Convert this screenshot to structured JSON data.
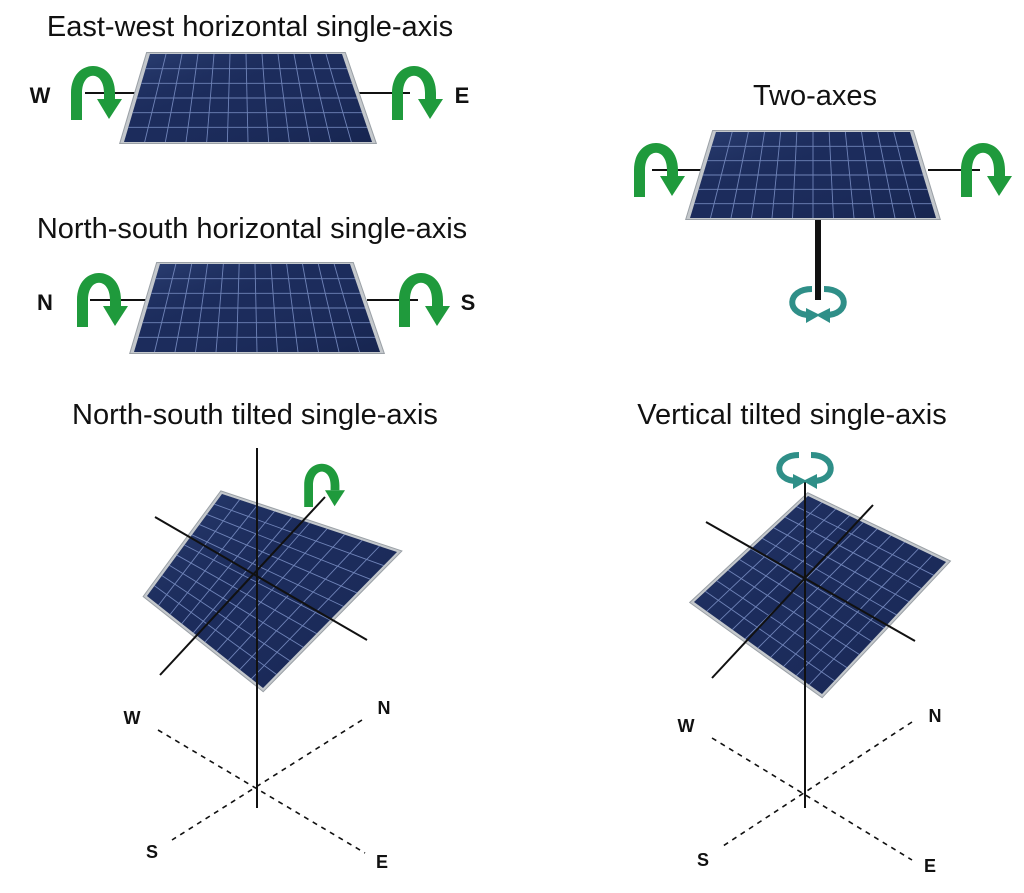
{
  "colors": {
    "panel_cell": "#1c2c5c",
    "panel_frame": "#c4c8cc",
    "grid_line": "#6f83b8",
    "arrow_green": "#1f9a3c",
    "arrow_teal": "#2f8f88",
    "axis_line": "#111111"
  },
  "panels": {
    "ew": {
      "title": "East-west horizontal single-axis",
      "left_label": "W",
      "right_label": "E"
    },
    "ns": {
      "title": "North-south horizontal single-axis",
      "left_label": "N",
      "right_label": "S"
    },
    "two": {
      "title": "Two-axes"
    },
    "nst": {
      "title": "North-south tilted single-axis",
      "compass": {
        "nw": "W",
        "ne": "N",
        "sw": "S",
        "se": "E"
      }
    },
    "vt": {
      "title": "Vertical tilted single-axis",
      "compass": {
        "nw": "W",
        "ne": "N",
        "sw": "S",
        "se": "E"
      }
    }
  },
  "icons": {
    "rotate_horizontal": "curved-arrow-icon",
    "rotate_vertical": "circular-rotation-arrow-icon"
  }
}
